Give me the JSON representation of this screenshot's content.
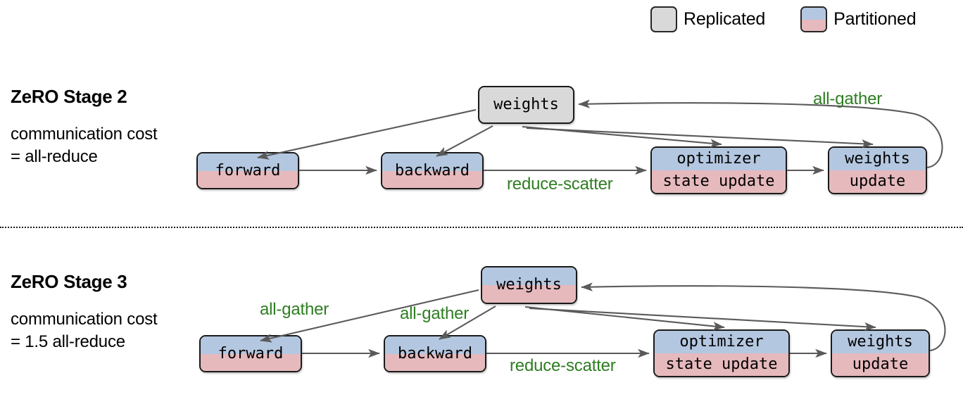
{
  "legend": {
    "items": [
      {
        "label": "Replicated",
        "kind": "replicated",
        "color": "#d9d9d9"
      },
      {
        "label": "Partitioned",
        "kind": "partitioned",
        "color_top": "#b4c7e0",
        "color_bottom": "#e6b9bd"
      }
    ]
  },
  "colors": {
    "replicated": "#d9d9d9",
    "partition_top": "#b4c7e0",
    "partition_bottom": "#e6b9bd",
    "arrow": "#5a5a5a",
    "label_green": "#2e7d22",
    "outline": "#1a1a1a"
  },
  "stages": [
    {
      "id": "zero-stage-2",
      "title": "ZeRO Stage 2",
      "cost": "communication cost\n= all-reduce",
      "top_node": {
        "kind": "replicated",
        "lines": [
          "weights"
        ]
      },
      "nodes": [
        {
          "id": "forward",
          "kind": "partitioned",
          "lines": [
            "forward"
          ]
        },
        {
          "id": "backward",
          "kind": "partitioned",
          "lines": [
            "backward"
          ]
        },
        {
          "id": "optimizer",
          "kind": "partitioned",
          "lines": [
            "optimizer",
            "state update"
          ]
        },
        {
          "id": "weights-update",
          "kind": "partitioned",
          "lines": [
            "weights",
            "update"
          ]
        }
      ],
      "edge_labels": [
        {
          "id": "reduce-scatter",
          "text": "reduce-scatter"
        },
        {
          "id": "all-gather-return",
          "text": "all-gather"
        }
      ]
    },
    {
      "id": "zero-stage-3",
      "title": "ZeRO Stage 3",
      "cost": "communication cost\n= 1.5 all-reduce",
      "top_node": {
        "kind": "partitioned",
        "lines": [
          "weights"
        ]
      },
      "nodes": [
        {
          "id": "forward",
          "kind": "partitioned",
          "lines": [
            "forward"
          ]
        },
        {
          "id": "backward",
          "kind": "partitioned",
          "lines": [
            "backward"
          ]
        },
        {
          "id": "optimizer",
          "kind": "partitioned",
          "lines": [
            "optimizer",
            "state update"
          ]
        },
        {
          "id": "weights-update",
          "kind": "partitioned",
          "lines": [
            "weights",
            "update"
          ]
        }
      ],
      "edge_labels": [
        {
          "id": "all-gather-forward",
          "text": "all-gather"
        },
        {
          "id": "all-gather-backward",
          "text": "all-gather"
        },
        {
          "id": "reduce-scatter",
          "text": "reduce-scatter"
        }
      ]
    }
  ]
}
